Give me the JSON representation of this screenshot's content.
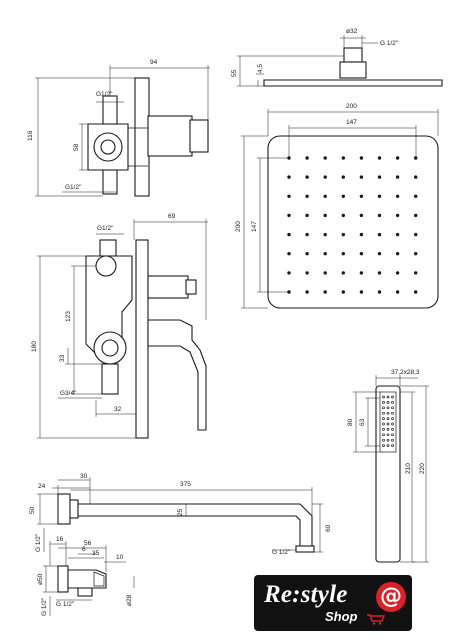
{
  "views": {
    "valve_side": {
      "overall_width": "94",
      "inlet_top": "G1/2\"",
      "inlet_bottom": "G1/2\"",
      "height_outer": "116",
      "height_inner": "58"
    },
    "valve_front": {
      "depth": "69",
      "top_thread": "G1/2\"",
      "height_total": "180",
      "height_upper": "123",
      "height_lower": "33",
      "bottom_thread": "G3/4\"",
      "offset": "32"
    },
    "shower_head": {
      "connector_diameter": "ø32",
      "thread": "G 1/2\"",
      "height": "55",
      "plate_thickness": "4,5",
      "outer_width": "200",
      "nozzle_span_width": "147",
      "outer_height": "200",
      "nozzle_span_height": "147"
    },
    "hand_shower": {
      "head_size": "37,2x28,3",
      "spray_area_outer": "80",
      "spray_area_inner": "63",
      "length_inner": "210",
      "length_outer": "220"
    },
    "arm": {
      "offset_a": "30",
      "offset_b": "24",
      "flange_height": "50",
      "length": "375",
      "tube_size": "25",
      "drop": "60",
      "thread_wall": "G 1/2\"",
      "thread_end": "G 1/2\""
    },
    "elbow": {
      "dim_a": "16",
      "dim_b": "56",
      "dim_c": "6",
      "dim_d": "35",
      "dim_e": "10",
      "flange_diameter": "ø50",
      "pipe_diameter": "ø28",
      "thread_left": "G 1/2\"",
      "thread_bottom": "G 1/2\""
    }
  },
  "logo": {
    "text": "Re:style",
    "sub": "Shop",
    "symbol": "@"
  },
  "colors": {
    "line": "#1a1a1a",
    "logo_background": "#111111",
    "logo_accent": "#d8232a"
  }
}
